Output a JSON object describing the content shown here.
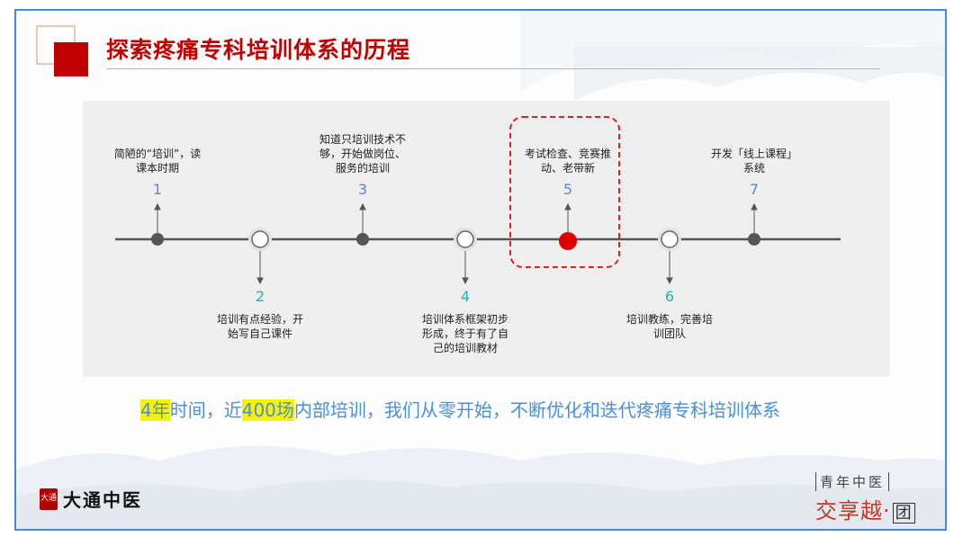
{
  "title": "探索疼痛专科培训体系的历程",
  "timeline": {
    "milestones": [
      {
        "number": "1",
        "text": [
          "简陋的“培训”，读",
          "课本时期"
        ]
      },
      {
        "number": "2",
        "text": [
          "培训有点经验，开",
          "始写自己课件"
        ]
      },
      {
        "number": "3",
        "text": [
          "知道只培训技术不",
          "够，开始做岗位、",
          "服务的培训"
        ]
      },
      {
        "number": "4",
        "text": [
          "培训体系框架初步",
          "形成，终于有了自",
          "己的培训教材"
        ]
      },
      {
        "number": "5",
        "text": [
          "考试检查、竞赛推",
          "动、老带新"
        ]
      },
      {
        "number": "6",
        "text": [
          "培训教练，完善培",
          "训团队"
        ]
      },
      {
        "number": "7",
        "text": [
          "开发「线上课程」",
          "系统"
        ]
      }
    ],
    "highlighted_milestone": "5",
    "colors": {
      "line": "#555555",
      "dot": "#555555",
      "highlight_dot": "#e00000",
      "highlight_box": "#e02020"
    }
  },
  "summary": {
    "part1_highlight": "4年",
    "part2": "时间，近",
    "part3_highlight": "400场",
    "part4": "内部培训，我们从零开始，不断优化和迭代疼痛专科培训体系"
  },
  "logo_left": {
    "seal": "大通",
    "text": "大通中医"
  },
  "logo_right": {
    "top": "青年中医",
    "bottom": "交享越·",
    "box": "团"
  }
}
